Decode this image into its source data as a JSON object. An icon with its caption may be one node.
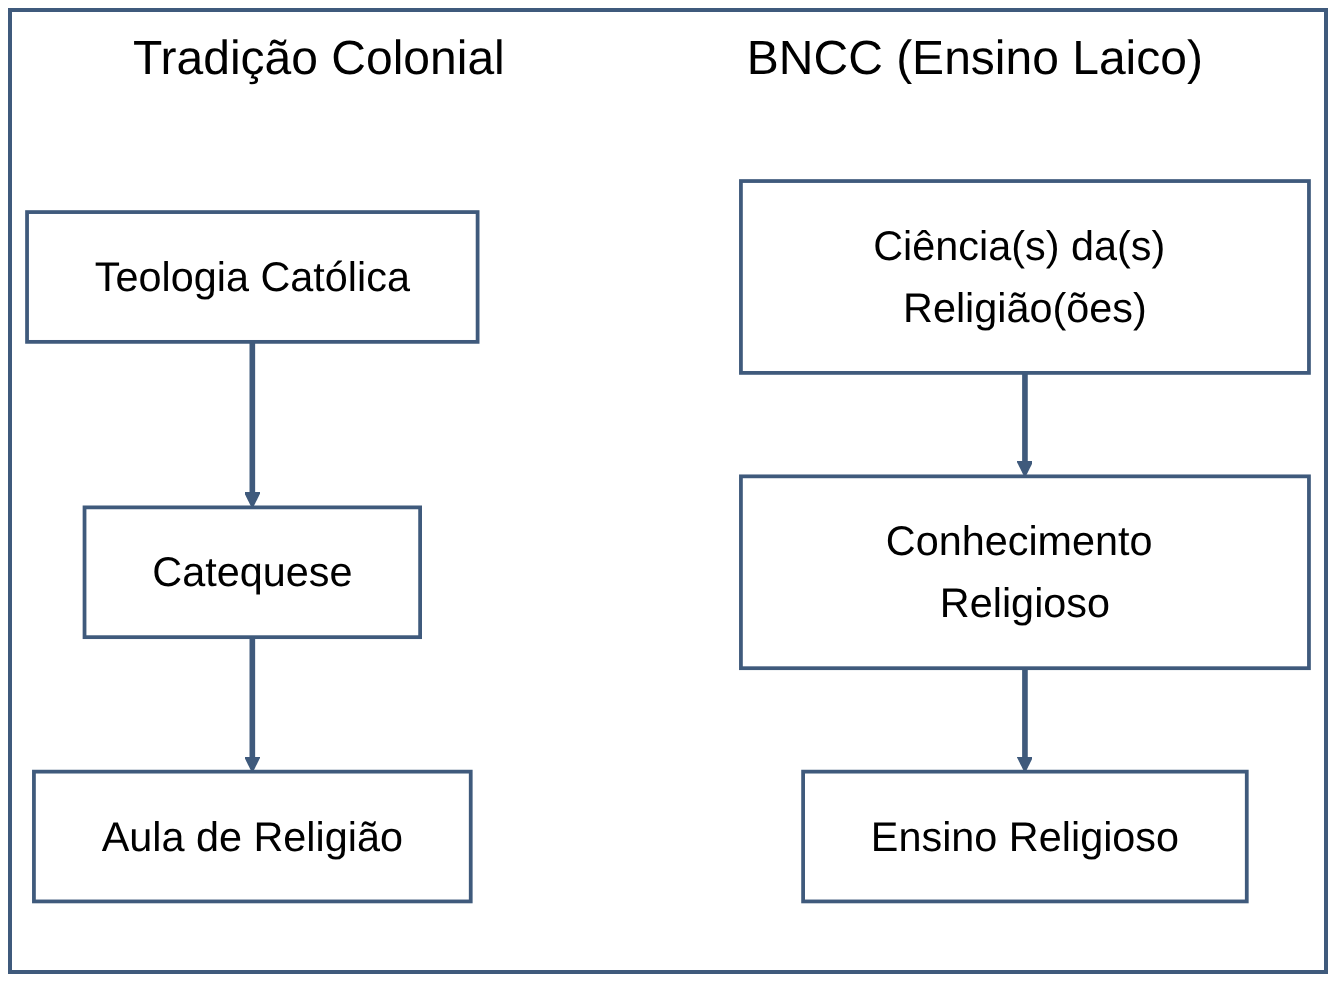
{
  "diagram": {
    "nodes": [
      {
        "text": [
          "Teologia Católica"
        ]
      },
      {
        "text": [
          "Ciência(s) da(s) Religião(ões)"
        ]
      },
      {
        "text": [
          "Catequese"
        ]
      },
      {
        "text": [
          "Conhecimento Religioso"
        ]
      },
      {
        "text": [
          "Aula de Religião"
        ]
      },
      {
        "text": [
          "Ensino Religioso"
        ]
      }
    ],
    "edges": [
      {
        "from": 0,
        "to": 2,
        "arrow": "to"
      },
      {
        "from": 2,
        "to": 4,
        "arrow": "to"
      },
      {
        "from": 1,
        "to": 3,
        "arrow": "to"
      },
      {
        "from": 3,
        "to": 5,
        "arrow": "to"
      }
    ],
    "labels": [
      "Tradição Colonial",
      "BNCC (Ensino Laico)"
    ]
  }
}
